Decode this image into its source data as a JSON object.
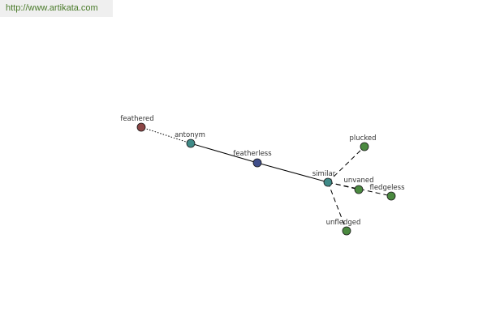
{
  "banner": {
    "url": "http://www.artikata.com"
  },
  "graph": {
    "nodes": [
      {
        "id": "feathered",
        "label": "feathered",
        "color": "#8b4545"
      },
      {
        "id": "antonym",
        "label": "antonym",
        "color": "#3f8a87"
      },
      {
        "id": "featherless",
        "label": "featherless",
        "color": "#404e8a"
      },
      {
        "id": "similar",
        "label": "similar",
        "color": "#3f8a87"
      },
      {
        "id": "plucked",
        "label": "plucked",
        "color": "#4b8a40"
      },
      {
        "id": "unvaned",
        "label": "unvaned",
        "color": "#4b8a40"
      },
      {
        "id": "fledgeless",
        "label": "fledgeless",
        "color": "#4b8a40"
      },
      {
        "id": "unfledged",
        "label": "unfledged",
        "color": "#4b8a40"
      }
    ],
    "edges": [
      {
        "from": "feathered",
        "to": "antonym",
        "style": "dotted"
      },
      {
        "from": "antonym",
        "to": "featherless",
        "style": "solid"
      },
      {
        "from": "featherless",
        "to": "similar",
        "style": "solid"
      },
      {
        "from": "similar",
        "to": "plucked",
        "style": "dashed"
      },
      {
        "from": "similar",
        "to": "unvaned",
        "style": "dashed"
      },
      {
        "from": "similar",
        "to": "fledgeless",
        "style": "dashed"
      },
      {
        "from": "similar",
        "to": "unfledged",
        "style": "dashed"
      }
    ]
  }
}
